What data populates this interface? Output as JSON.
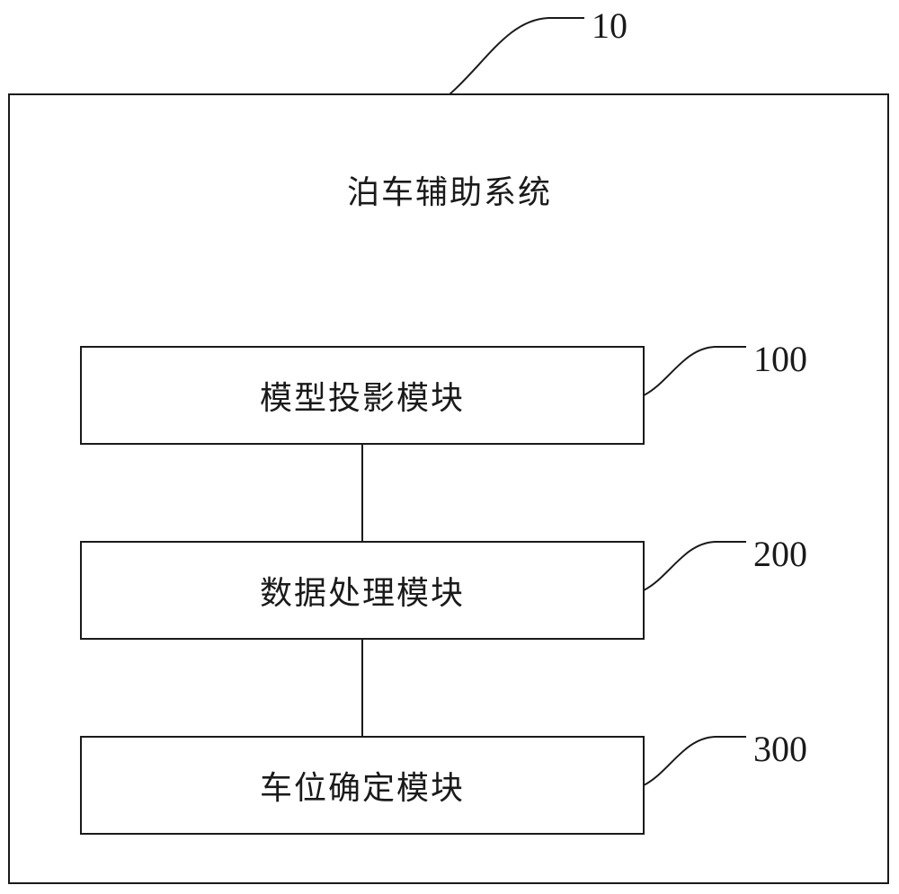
{
  "system": {
    "ref": "10",
    "title": "泊车辅助系统"
  },
  "modules": [
    {
      "ref": "100",
      "label": "模型投影模块"
    },
    {
      "ref": "200",
      "label": "数据处理模块"
    },
    {
      "ref": "300",
      "label": "车位确定模块"
    }
  ]
}
